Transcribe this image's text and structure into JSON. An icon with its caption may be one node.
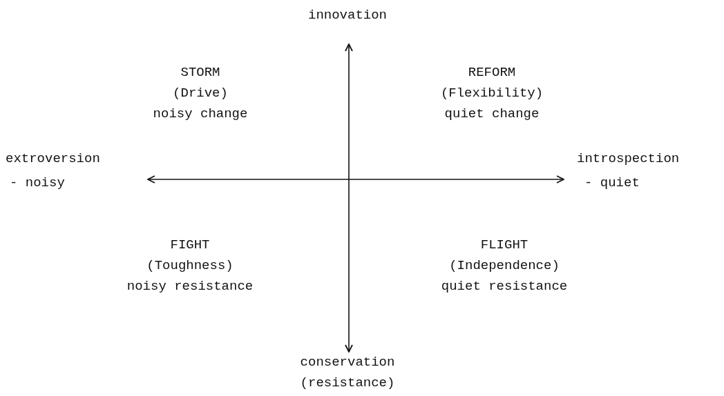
{
  "diagram": {
    "labels": [
      "innovation",
      "STORM",
      "REFORM",
      "(Drive)",
      "(Flexibility)",
      "noisy change",
      "quiet change",
      "extroversion",
      "introspection",
      "- noisy",
      "- quiet",
      "FIGHT",
      "FLIGHT",
      "(Toughness)",
      "(Independence)",
      "noisy resistance",
      "quiet resistance",
      "conservation",
      "(resistance)"
    ]
  }
}
